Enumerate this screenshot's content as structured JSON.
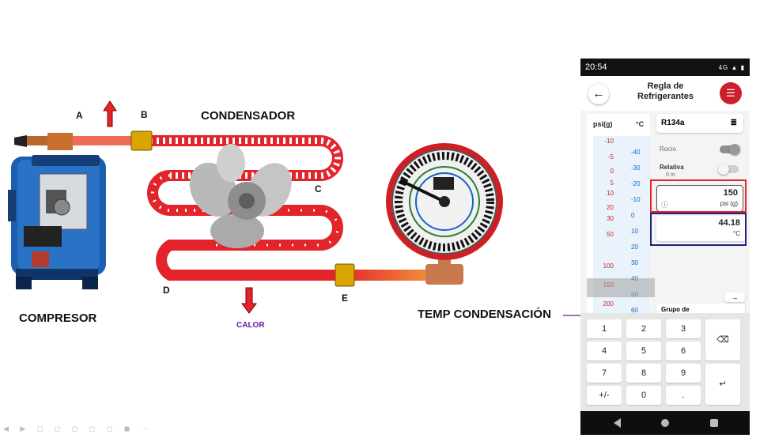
{
  "labels": {
    "a": "A",
    "b": "B",
    "c": "C",
    "d": "D",
    "e": "E",
    "condensador": "CONDENSADOR",
    "compresor": "COMPRESOR",
    "calor": "CALOR",
    "temp_condensacion": "TEMP CONDENSACIÓN"
  },
  "colors": {
    "hot_red": "#e3242b",
    "copper": "#e8832a",
    "callout_purple": "#6a1b9a",
    "brand_red": "#cc1f2a"
  },
  "phone": {
    "time": "20:54",
    "status_right": "4G ▲ ▮",
    "title_line1": "Regla de",
    "title_line2": "Refrigerantes",
    "back_icon": "arrow-left-icon",
    "menu_icon": "sliders-icon",
    "ruler_left_unit": "psi(g)",
    "ruler_right_unit": "°C",
    "left_ticks": [
      "-10",
      "-5",
      "0",
      "5",
      "10",
      "20",
      "30",
      "50",
      "100",
      "150",
      "200"
    ],
    "right_ticks": [
      "-40",
      "-30",
      "-20",
      "-10",
      "0",
      "10",
      "20",
      "30",
      "40",
      "50",
      "60"
    ],
    "refrigerant": "R134a",
    "opt_rocio": "Rocío",
    "opt_relativa": "Relativa",
    "altitude": "0 m",
    "input_value": "150",
    "input_unit": "psi (g)",
    "output_value": "44.18",
    "output_unit": "°C",
    "grupo": "Grupo de",
    "arrow": "→",
    "keys": [
      "1",
      "2",
      "3",
      "4",
      "5",
      "6",
      "7",
      "8",
      "9",
      "+/-",
      "0",
      "."
    ],
    "backspace": "⌫",
    "enter": "↵"
  }
}
